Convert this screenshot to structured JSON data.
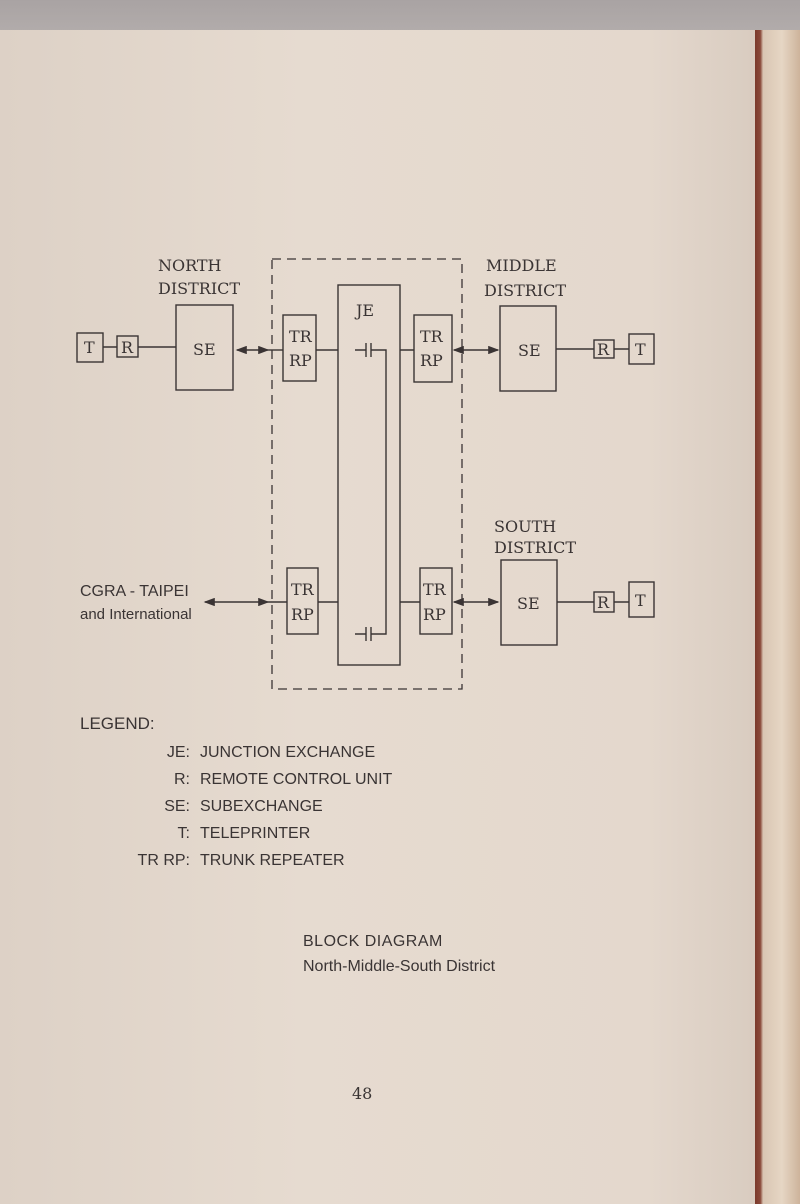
{
  "diagram": {
    "north_label": [
      "NORTH",
      "DISTRICT"
    ],
    "middle_label": [
      "MIDDLE",
      "DISTRICT"
    ],
    "south_label": [
      "SOUTH",
      "DISTRICT"
    ],
    "cgra_label": [
      "CGRA - TAIPEI",
      "and International"
    ],
    "je": "JE",
    "se": "SE",
    "tr": "TR",
    "rp": "RP",
    "t": "T",
    "r": "R"
  },
  "legend": {
    "title": "LEGEND:",
    "items": [
      {
        "key": "JE:",
        "value": "JUNCTION EXCHANGE"
      },
      {
        "key": "R:",
        "value": "REMOTE CONTROL UNIT"
      },
      {
        "key": "SE:",
        "value": "SUBEXCHANGE"
      },
      {
        "key": "T:",
        "value": "TELEPRINTER"
      },
      {
        "key": "TR RP:",
        "value": "TRUNK REPEATER"
      }
    ]
  },
  "caption": {
    "title": "BLOCK DIAGRAM",
    "subtitle": "North-Middle-South District"
  },
  "page_number": "48"
}
